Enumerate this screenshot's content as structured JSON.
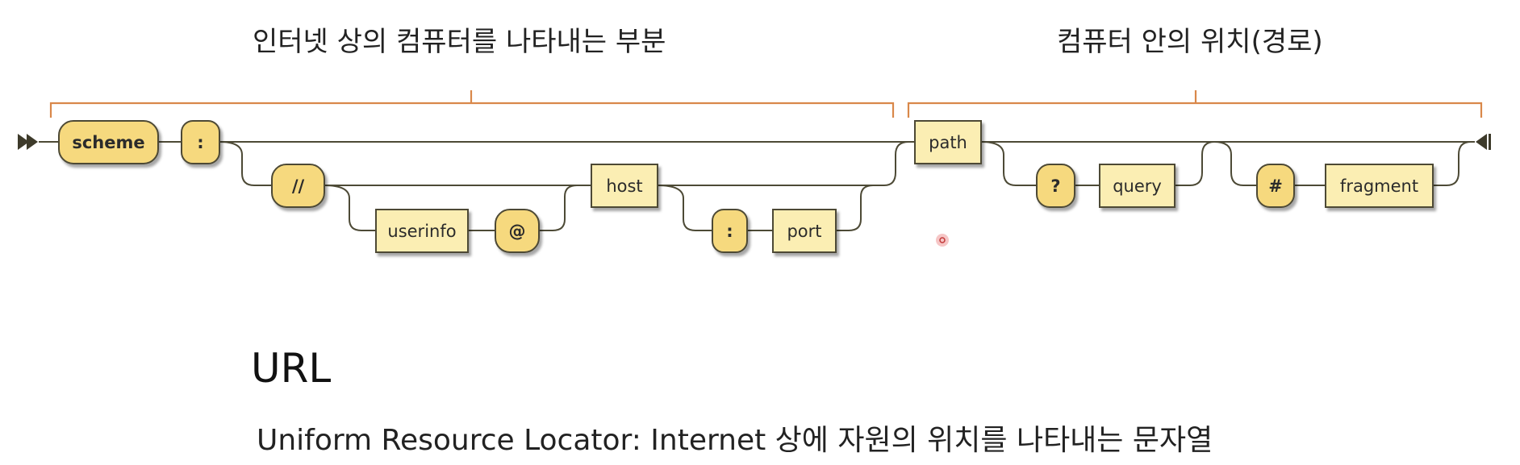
{
  "labels": {
    "left": "인터넷 상의 컴퓨터를 나타내는 부분",
    "right": "컴퓨터 안의 위치(경로)"
  },
  "title": "URL",
  "subtitle": "Uniform Resource Locator: Internet 상에 자원의 위치를 나타내는 문자열",
  "nodes": {
    "scheme": "scheme",
    "colon1": ":",
    "slashes": "//",
    "userinfo": "userinfo",
    "at": "@",
    "host": "host",
    "colon2": ":",
    "port": "port",
    "path": "path",
    "question": "?",
    "query": "query",
    "hash": "#",
    "fragment": "fragment"
  },
  "colors": {
    "terminal_fill": "#f6d97e",
    "nonterminal_fill": "#fbeeb3",
    "line": "#4d4a36",
    "bracket": "#d9884a"
  }
}
